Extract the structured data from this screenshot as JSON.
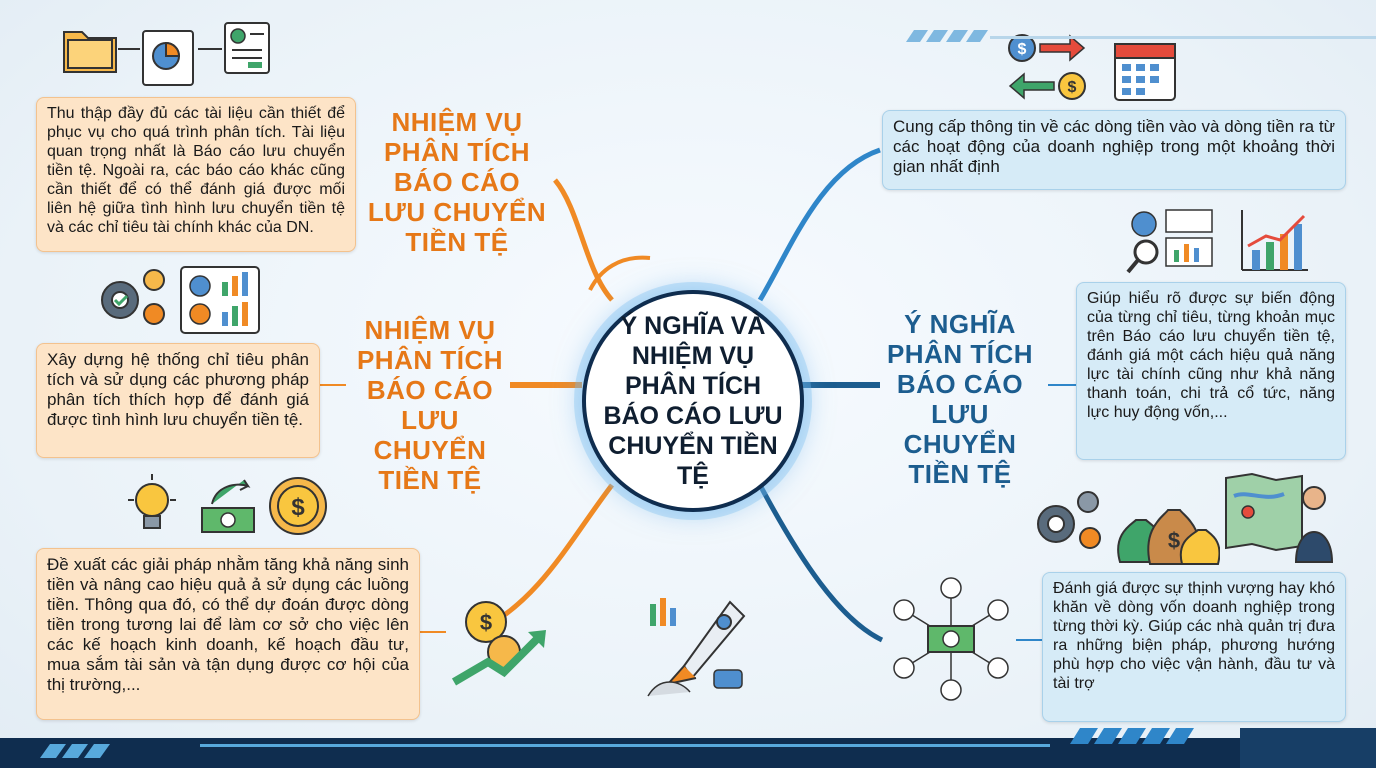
{
  "center": {
    "title": "Ý NGHĨA VÀ NHIỆM VỤ PHÂN TÍCH BÁO CÁO LƯU CHUYỂN TIỀN TỆ"
  },
  "left_top_label": "NHIỆM VỤ PHÂN TÍCH BÁO CÁO LƯU CHUYỂN TIỀN TỆ",
  "left_mid_label": "NHIỆM VỤ PHÂN TÍCH BÁO CÁO LƯU CHUYỂN TIỀN TỆ",
  "right_label": "Ý NGHĨA PHÂN TÍCH BÁO CÁO LƯU CHUYỂN TIỀN TỆ",
  "boxes": {
    "left_top": "Thu thập đầy đủ các tài liệu cần thiết để phục vụ cho quá trình phân tích. Tài liệu quan trọng nhất là Báo cáo lưu chuyển tiền tệ. Ngoài ra, các báo cáo khác cũng cần thiết để có thể đánh giá được mối liên hệ giữa tình hình lưu chuyển tiền tệ và các chỉ tiêu tài chính khác của DN.",
    "left_mid": "Xây dựng hệ thống chỉ tiêu phân tích và sử dụng các phương pháp phân tích thích hợp để đánh giá được tình hình lưu chuyển tiền tệ.",
    "left_bottom": "Đề xuất các giải pháp nhằm tăng khả năng sinh tiền và nâng cao hiệu quả ả sử dụng các luồng tiền. Thông qua đó, có thể dự đoán được dòng tiền trong tương lai để làm cơ sở cho việc lên các kế hoạch kinh doanh, kế hoạch đầu tư, mua sắm tài sản và tận dụng được cơ hội của thị trường,...",
    "right_top": "Cung cấp thông tin về các dòng tiền vào và dòng tiền ra từ các hoạt động của doanh nghiệp trong một khoảng thời gian nhất định",
    "right_mid": "Giúp hiểu rõ được sự biến động của từng chỉ tiêu, từng khoản mục trên Báo cáo lưu chuyển tiền tệ, đánh giá một cách hiệu quả năng lực tài chính cũng như khả năng thanh toán, chi trả cổ tức, năng lực huy động vốn,...",
    "right_bottom": "Đánh giá được sự thịnh vượng hay khó khăn về dòng vốn doanh nghiệp trong từng thời kỳ. Giúp các nhà quản trị đưa ra những biện pháp, phương hướng phù hợp cho việc vận hành, đầu tư và tài trợ"
  },
  "colors": {
    "orange": "#e67817",
    "blue": "#1c5d8f",
    "navy": "#0f2d4f"
  },
  "icons": [
    "folder-icon",
    "pie-report-icon",
    "document-icon",
    "gear-icon",
    "dashboard-icon",
    "lightbulb-icon",
    "money-transfer-icon",
    "coin-icon",
    "idea-growth-icon",
    "rocket-icon",
    "cash-flow-arrows-icon",
    "calendar-icon",
    "analytics-icon",
    "line-chart-icon",
    "money-bags-icon",
    "presenter-map-icon",
    "money-network-icon"
  ]
}
